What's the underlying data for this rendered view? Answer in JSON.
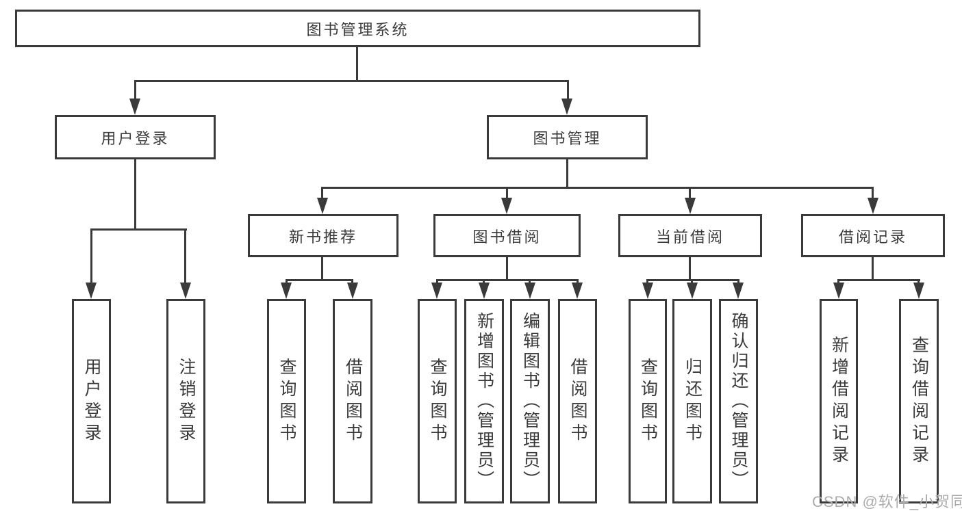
{
  "diagram_title": "图书管理系统",
  "nodes": {
    "root": "图书管理系统",
    "user_login": "用户登录",
    "book_mgmt": "图书管理",
    "new_book_rec": "新书推荐",
    "book_borrow": "图书借阅",
    "current_borrow": "当前借阅",
    "borrow_records": "借阅记录",
    "leaf_user_login": "用户登录",
    "leaf_logout": "注销登录",
    "leaf_query_book_nbr": "查询图书",
    "leaf_borrow_book_nbr": "借阅图书",
    "leaf_query_book_bb": "查询图书",
    "leaf_add_book": "新增图书（管理员）",
    "leaf_edit_book": "编辑图书（管理员）",
    "leaf_borrow_book_bb": "借阅图书",
    "leaf_query_book_cb": "查询图书",
    "leaf_return_book": "归还图书",
    "leaf_confirm_return": "确认归还（管理员）",
    "leaf_add_record": "新增借阅记录",
    "leaf_query_record": "查询借阅记录"
  },
  "hierarchy": {
    "图书管理系统": [
      "用户登录",
      "图书管理"
    ],
    "用户登录": [
      "用户登录",
      "注销登录"
    ],
    "图书管理": [
      "新书推荐",
      "图书借阅",
      "当前借阅",
      "借阅记录"
    ],
    "新书推荐": [
      "查询图书",
      "借阅图书"
    ],
    "图书借阅": [
      "查询图书",
      "新增图书（管理员）",
      "编辑图书（管理员）",
      "借阅图书"
    ],
    "当前借阅": [
      "查询图书",
      "归还图书",
      "确认归还（管理员）"
    ],
    "借阅记录": [
      "新增借阅记录",
      "查询借阅记录"
    ]
  },
  "watermark": "CSDN @软件_小贺同学",
  "colors": {
    "line": "#3a3a3a",
    "text": "#3a3a3a",
    "watermark": "#ababab",
    "background": "#ffffff"
  }
}
